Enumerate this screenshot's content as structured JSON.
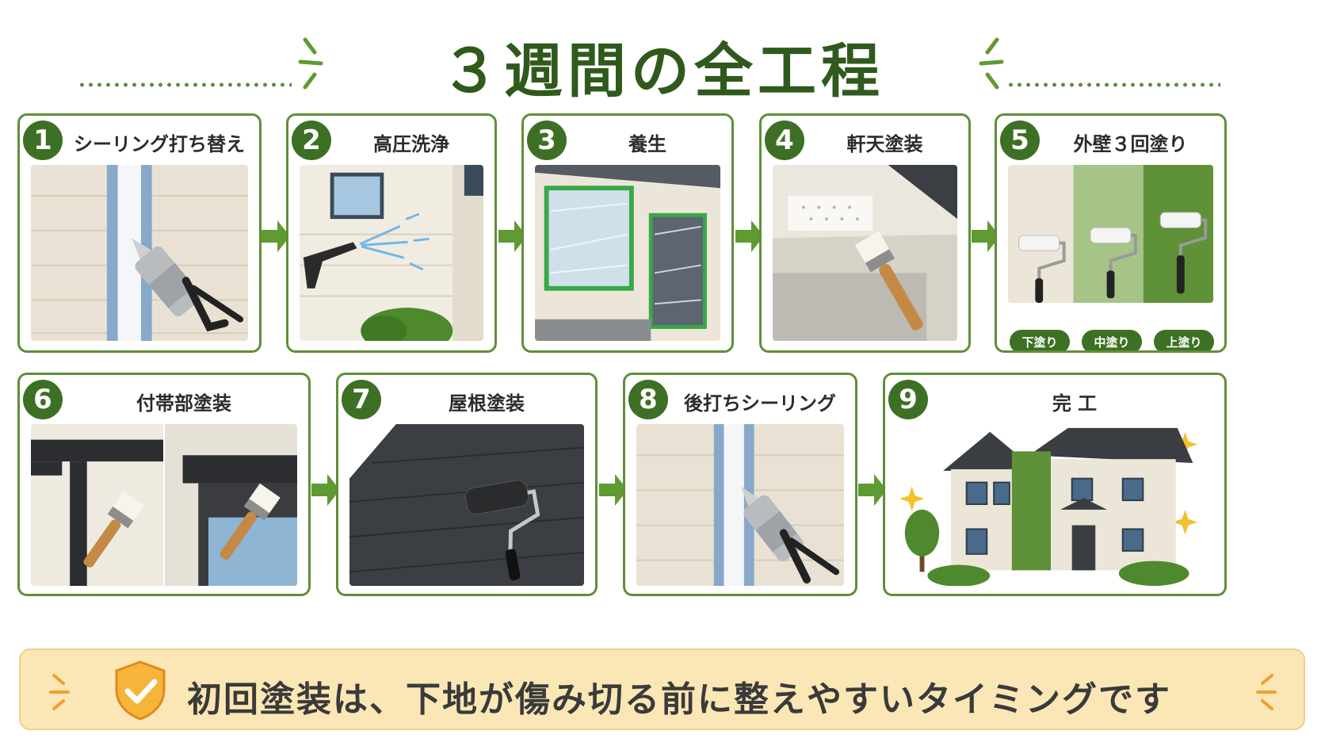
{
  "title": "３週間の全工程",
  "steps": [
    {
      "num": "1",
      "label": "シーリング打ち替え"
    },
    {
      "num": "2",
      "label": "高圧洗浄"
    },
    {
      "num": "3",
      "label": "養生"
    },
    {
      "num": "4",
      "label": "軒天塗装"
    },
    {
      "num": "5",
      "label": "外壁３回塗り"
    },
    {
      "num": "6",
      "label": "付帯部塗装"
    },
    {
      "num": "7",
      "label": "屋根塗装"
    },
    {
      "num": "8",
      "label": "後打ちシーリング"
    },
    {
      "num": "9",
      "label": "完 工"
    }
  ],
  "coat_labels": [
    "下塗り",
    "中塗り",
    "上塗り"
  ],
  "banner": {
    "text": "初回塗装は、下地が傷み切る前に整えやすいタイミングです"
  },
  "colors": {
    "brand_green": "#3d7024",
    "border_green": "#5f8f37",
    "title_green": "#2f5a1c",
    "banner_bg": "#fbe7b5",
    "accent_orange": "#f0a030"
  }
}
